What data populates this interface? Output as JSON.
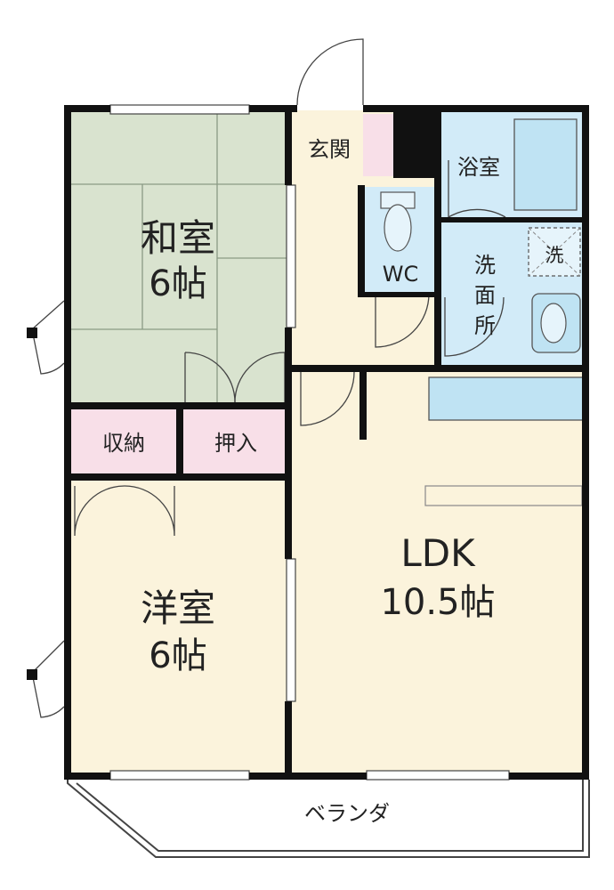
{
  "floor_plan": {
    "rooms": {
      "washitsu": {
        "name": "和室",
        "size": "6帖",
        "color": "#d9e3cf"
      },
      "yoshitsu": {
        "name": "洋室",
        "size": "6帖",
        "color": "#fbf3dc"
      },
      "ldk": {
        "name": "LDK",
        "size": "10.5帖",
        "color": "#fbf3dc"
      },
      "genkan": {
        "name": "玄関",
        "color": "#fbf3dc"
      },
      "yokushitsu": {
        "name": "浴室",
        "color": "#d2ebf8"
      },
      "senmenjo": {
        "name": "洗面所",
        "chars": [
          "洗",
          "面",
          "所"
        ],
        "color": "#d2ebf8"
      },
      "wc": {
        "name": "WC",
        "color": "#d2ebf8"
      },
      "shuno": {
        "name": "収納",
        "color": "#f8dfe8"
      },
      "oshiire": {
        "name": "押入",
        "color": "#f8dfe8"
      },
      "washer": {
        "name": "洗"
      }
    },
    "balcony": {
      "name": "ベランダ"
    },
    "colors": {
      "wall": "#111111",
      "fixture": "#bfe3f3",
      "pink": "#f8dfe8"
    }
  }
}
